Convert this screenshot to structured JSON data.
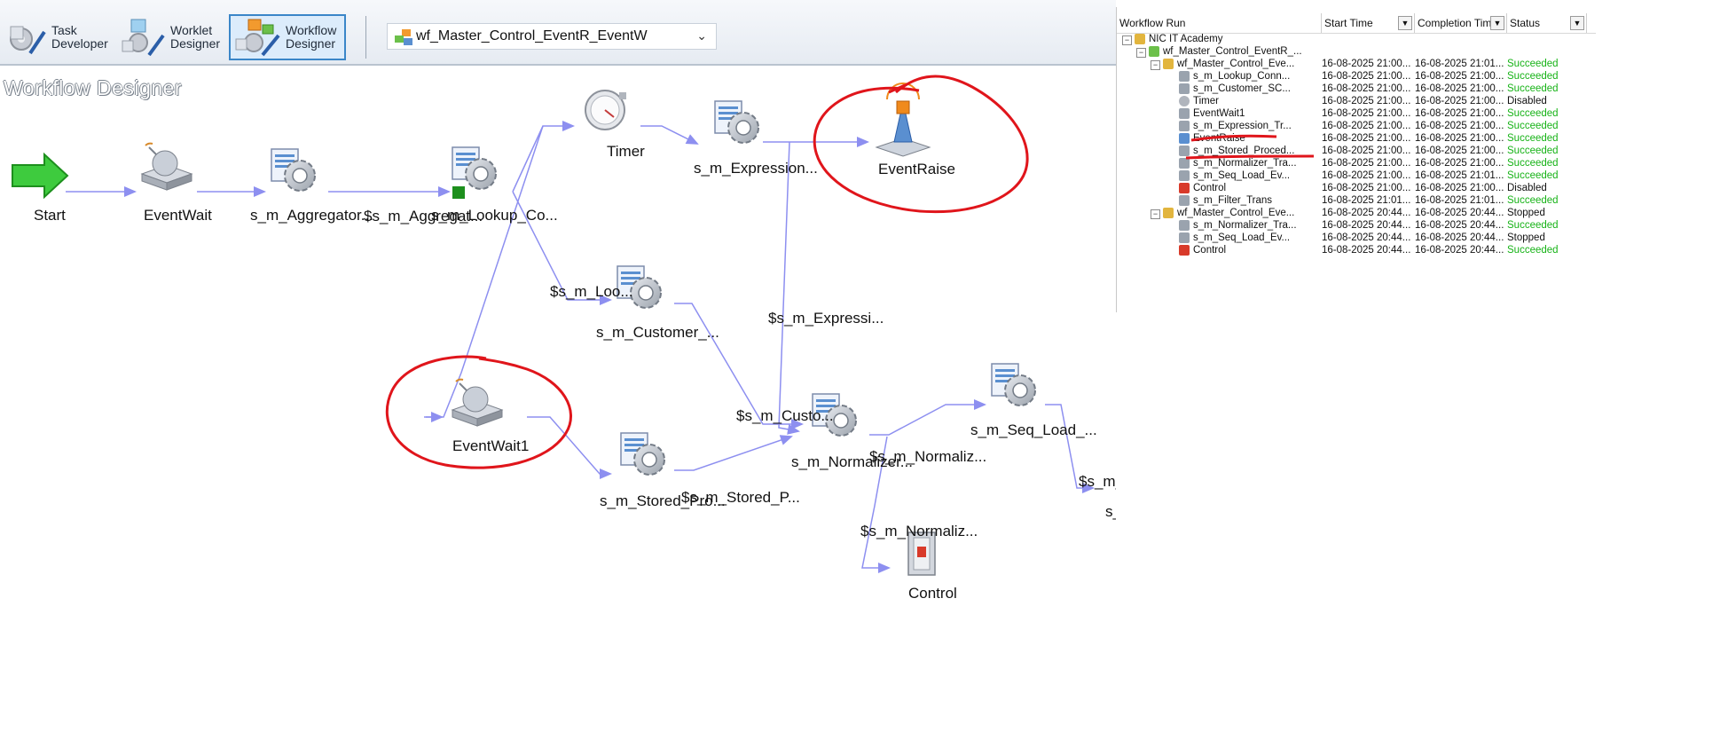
{
  "toolbar": {
    "task_developer": "Task\nDeveloper",
    "worklet_designer": "Worklet\nDesigner",
    "workflow_designer": "Workflow\nDesigner",
    "workflow_select_value": "wf_Master_Control_EventR_EventW"
  },
  "designer_title": "Workflow Designer",
  "nodes": {
    "start": "Start",
    "eventwait": "EventWait",
    "s_m_aggregator": "s_m_Aggregator...",
    "s_m_lookup": "s_m_Lookup_Co...",
    "timer": "Timer",
    "s_m_expression": "s_m_Expression...",
    "eventraise": "EventRaise",
    "s_m_customer": "s_m_Customer_...",
    "eventwait1": "EventWait1",
    "s_m_stored": "s_m_Stored_Pro...",
    "s_m_normalizer": "s_m_Normalizer...",
    "s_m_seq_load": "s_m_Seq_Load_...",
    "s_m_filter_trans": "s_m_Filter_Trans",
    "control": "Control"
  },
  "link_labels": {
    "agg_to_lookup": "$s_m_Aggregat...",
    "lookup_to_customer": "$s_m_Loo...",
    "expr_to_normalizer": "$s_m_Expressi...",
    "customer_to_normalizer": "$s_m_Custo...",
    "stored_to_normalizer": "$s_m_Stored_P...",
    "normalizer_to_seq": "$s_m_Normaliz...",
    "normalizer_to_control": "$s_m_Normaliz...",
    "seq_to_filter": "$s_m_S..."
  },
  "monitor": {
    "columns": [
      "Workflow Run",
      "Start Time",
      "Completion Time",
      "Status"
    ],
    "rows": [
      {
        "level": 0,
        "icon": "folder-icon",
        "name": "NIC IT Academy",
        "start": "",
        "end": "",
        "status": "",
        "toggle": "-"
      },
      {
        "level": 1,
        "icon": "workflow-icon",
        "name": "wf_Master_Control_EventR_...",
        "start": "",
        "end": "",
        "status": "",
        "toggle": "-"
      },
      {
        "level": 2,
        "icon": "run-flag-icon",
        "name": "wf_Master_Control_Eve...",
        "start": "16-08-2025 21:00...",
        "end": "16-08-2025 21:01...",
        "status": "Succeeded",
        "toggle": "-"
      },
      {
        "level": 3,
        "icon": "session-icon",
        "name": "s_m_Lookup_Conn...",
        "start": "16-08-2025 21:00...",
        "end": "16-08-2025 21:00...",
        "status": "Succeeded"
      },
      {
        "level": 3,
        "icon": "session-icon",
        "name": "s_m_Customer_SC...",
        "start": "16-08-2025 21:00...",
        "end": "16-08-2025 21:00...",
        "status": "Succeeded"
      },
      {
        "level": 3,
        "icon": "timer-icon",
        "name": "Timer",
        "start": "16-08-2025 21:00...",
        "end": "16-08-2025 21:00...",
        "status": "Disabled"
      },
      {
        "level": 3,
        "icon": "eventwait-icon",
        "name": "EventWait1",
        "start": "16-08-2025 21:00...",
        "end": "16-08-2025 21:00...",
        "status": "Succeeded"
      },
      {
        "level": 3,
        "icon": "session-icon",
        "name": "s_m_Expression_Tr...",
        "start": "16-08-2025 21:00...",
        "end": "16-08-2025 21:00...",
        "status": "Succeeded"
      },
      {
        "level": 3,
        "icon": "eventraise-icon",
        "name": "EventRaise",
        "start": "16-08-2025 21:00...",
        "end": "16-08-2025 21:00...",
        "status": "Succeeded"
      },
      {
        "level": 3,
        "icon": "session-icon",
        "name": "s_m_Stored_Proced...",
        "start": "16-08-2025 21:00...",
        "end": "16-08-2025 21:00...",
        "status": "Succeeded"
      },
      {
        "level": 3,
        "icon": "session-icon",
        "name": "s_m_Normalizer_Tra...",
        "start": "16-08-2025 21:00...",
        "end": "16-08-2025 21:00...",
        "status": "Succeeded"
      },
      {
        "level": 3,
        "icon": "session-icon",
        "name": "s_m_Seq_Load_Ev...",
        "start": "16-08-2025 21:00...",
        "end": "16-08-2025 21:01...",
        "status": "Succeeded"
      },
      {
        "level": 3,
        "icon": "control-icon",
        "name": "Control",
        "start": "16-08-2025 21:00...",
        "end": "16-08-2025 21:00...",
        "status": "Disabled"
      },
      {
        "level": 3,
        "icon": "session-icon",
        "name": "s_m_Filter_Trans",
        "start": "16-08-2025 21:01...",
        "end": "16-08-2025 21:01...",
        "status": "Succeeded"
      },
      {
        "level": 2,
        "icon": "run-flag-icon",
        "name": "wf_Master_Control_Eve...",
        "start": "16-08-2025 20:44...",
        "end": "16-08-2025 20:44...",
        "status": "Stopped",
        "toggle": "-"
      },
      {
        "level": 3,
        "icon": "session-icon",
        "name": "s_m_Normalizer_Tra...",
        "start": "16-08-2025 20:44...",
        "end": "16-08-2025 20:44...",
        "status": "Succeeded"
      },
      {
        "level": 3,
        "icon": "session-icon",
        "name": "s_m_Seq_Load_Ev...",
        "start": "16-08-2025 20:44...",
        "end": "16-08-2025 20:44...",
        "status": "Stopped"
      },
      {
        "level": 3,
        "icon": "control-icon",
        "name": "Control",
        "start": "16-08-2025 20:44...",
        "end": "16-08-2025 20:44...",
        "status": "Succeeded"
      }
    ]
  },
  "colors": {
    "link": "#8d8ff0",
    "annotation": "#e0151b",
    "status_succeeded": "#17b317",
    "status_other": "#111111"
  }
}
